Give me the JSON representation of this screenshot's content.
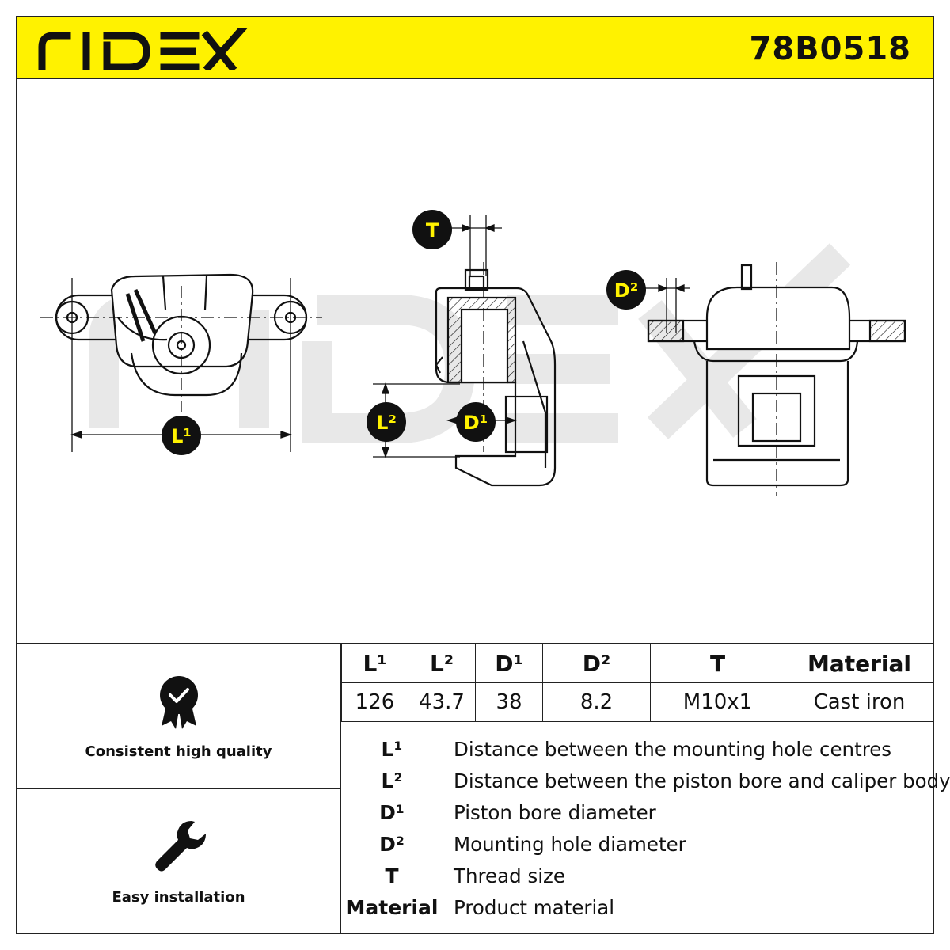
{
  "header": {
    "brand": "RIDEX",
    "part_number": "78B0518"
  },
  "drawing": {
    "watermark": "RIDEX",
    "badges": {
      "L1": "L¹",
      "L2": "L²",
      "D1": "D¹",
      "D2": "D²",
      "T": "T"
    }
  },
  "features": [
    {
      "label": "Consistent high quality",
      "icon": "quality-badge-icon"
    },
    {
      "label": "Easy installation",
      "icon": "wrench-icon"
    }
  ],
  "spec_table": {
    "headers": [
      "L¹",
      "L²",
      "D¹",
      "D²",
      "T",
      "Material"
    ],
    "values": [
      "126",
      "43.7",
      "38",
      "8.2",
      "M10x1",
      "Cast iron"
    ]
  },
  "legend": [
    {
      "key": "L¹",
      "desc": "Distance between the mounting hole centres"
    },
    {
      "key": "L²",
      "desc": "Distance between the piston bore and caliper body"
    },
    {
      "key": "D¹",
      "desc": "Piston bore diameter"
    },
    {
      "key": "D²",
      "desc": "Mounting hole diameter"
    },
    {
      "key": "T",
      "desc": "Thread size"
    },
    {
      "key": "Material",
      "desc": "Product material"
    }
  ],
  "colors": {
    "accent": "#fff200",
    "ink": "#111111",
    "watermark": "#e6e6e6"
  }
}
